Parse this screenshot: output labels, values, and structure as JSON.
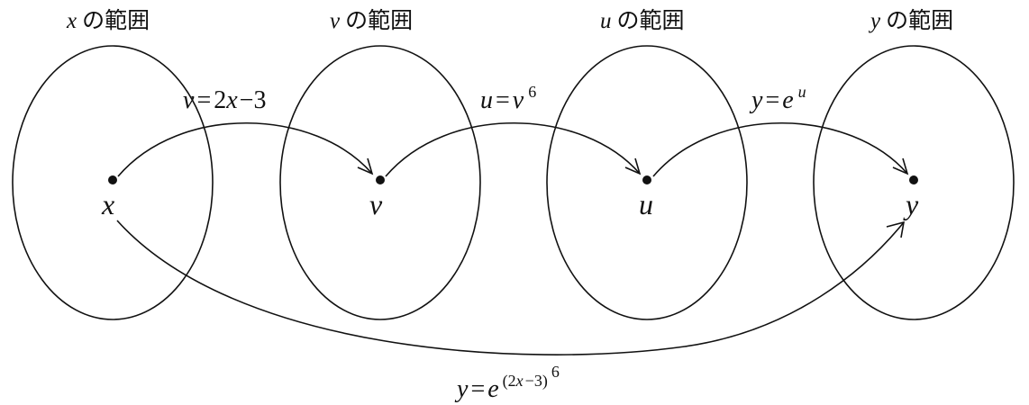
{
  "sets": [
    {
      "variable": "x",
      "title_suffix": "の範囲",
      "element": "x"
    },
    {
      "variable": "v",
      "title_suffix": "の範囲",
      "element": "v"
    },
    {
      "variable": "u",
      "title_suffix": "の範囲",
      "element": "u"
    },
    {
      "variable": "y",
      "title_suffix": "の範囲",
      "element": "y"
    }
  ],
  "mappings": [
    {
      "lhs": "v",
      "eq": "=",
      "rhs": "2",
      "rhs_var": "x",
      "rhs_rest": "−3"
    },
    {
      "lhs": "u",
      "eq": "=",
      "base": "v",
      "exponent": "6"
    },
    {
      "lhs": "y",
      "eq": "=",
      "base": "e",
      "exponent": "u"
    }
  ],
  "composite": {
    "lhs": "y",
    "eq": "=",
    "base": "e",
    "exp_open": "(2",
    "exp_var": "x",
    "exp_close": "−3)",
    "exp_power": "6"
  }
}
